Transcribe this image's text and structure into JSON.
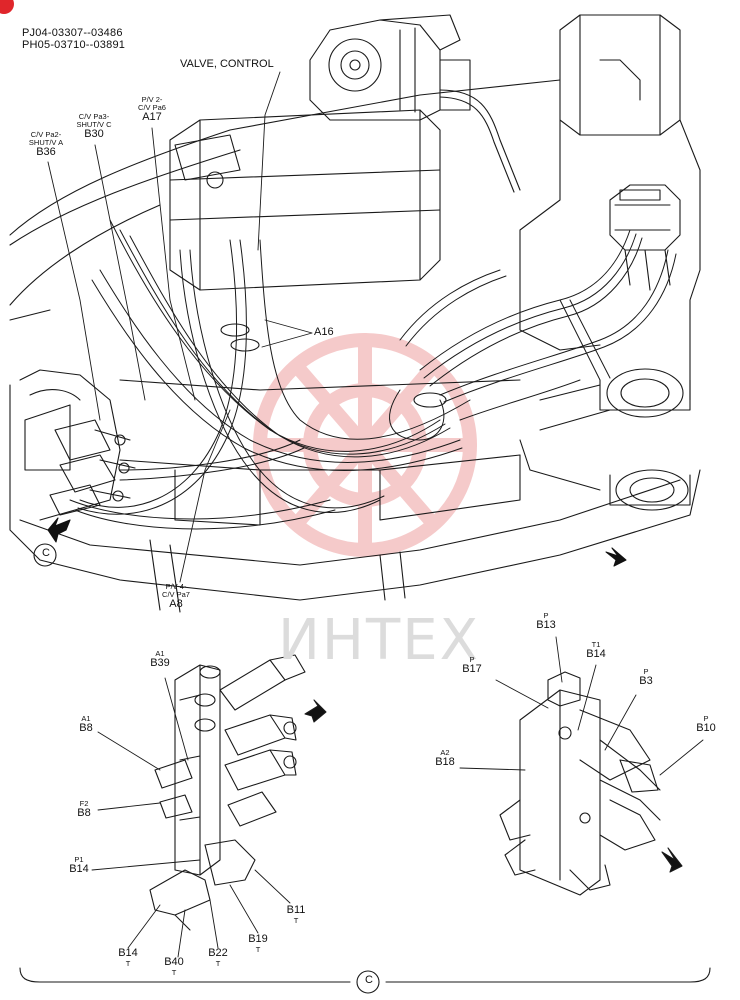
{
  "serials": [
    "PJ04-03307--03486",
    "PH05-03710--03891"
  ],
  "valve_label": "VALVE, CONTROL",
  "watermark_text": "ИНТЕХ",
  "colors": {
    "line": "#1a1a1a",
    "watermark": "#f2b9b9",
    "watermark_text": "#dcdcdc",
    "corner": "#e0262b"
  },
  "top_callouts": [
    {
      "id": "b36",
      "desc": [
        "C/V Pa2-",
        "SHUT/V A"
      ],
      "code": "B36"
    },
    {
      "id": "b30",
      "desc": [
        "C/V Pa3-",
        "SHUT/V C"
      ],
      "code": "B30"
    },
    {
      "id": "a17",
      "desc": [
        "P/V 2-",
        "C/V Pa6"
      ],
      "code": "A17"
    },
    {
      "id": "a8",
      "desc": [
        "P/V 4-",
        "C/V Pa7"
      ],
      "code": "A8"
    }
  ],
  "a16": "A16",
  "view_marker": "C",
  "left_callouts": [
    {
      "id": "a1-b39",
      "port": "A1",
      "code": "B39"
    },
    {
      "id": "a1-b8",
      "port": "A1",
      "code": "B8"
    },
    {
      "id": "f2-b8",
      "port": "F2",
      "code": "B8"
    },
    {
      "id": "p1-b14",
      "port": "P1",
      "code": "B14"
    },
    {
      "id": "b11",
      "code": "B11",
      "port": "T"
    },
    {
      "id": "b19",
      "code": "B19",
      "port": "T"
    },
    {
      "id": "b22",
      "code": "B22",
      "port": "T"
    },
    {
      "id": "b40",
      "code": "B40",
      "port": "T"
    },
    {
      "id": "b14t",
      "code": "B14",
      "port": "T"
    }
  ],
  "right_callouts": [
    {
      "id": "b13",
      "port": "P",
      "code": "B13"
    },
    {
      "id": "b17",
      "port": "P",
      "code": "B17"
    },
    {
      "id": "b14r",
      "port": "T1",
      "code": "B14"
    },
    {
      "id": "b3",
      "port": "P",
      "code": "B3"
    },
    {
      "id": "b10",
      "port": "P",
      "code": "B10"
    },
    {
      "id": "b18",
      "port": "A2",
      "code": "B18"
    }
  ]
}
